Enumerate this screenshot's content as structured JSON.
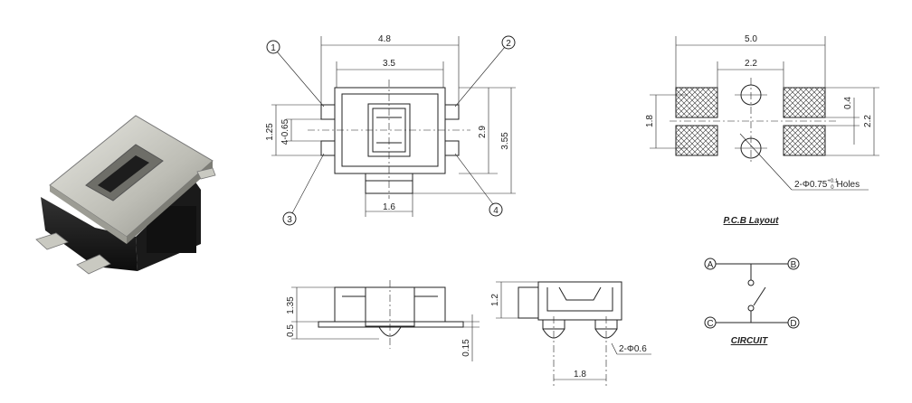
{
  "top_view": {
    "width_outer": "4.8",
    "width_inner": "3.5",
    "height_2_9": "2.9",
    "height_3_55": "3.55",
    "pitch_1_25": "1.25",
    "pad_4x": "4-0.65",
    "bottom_1_6": "1.6",
    "callouts": [
      "1",
      "2",
      "3",
      "4"
    ]
  },
  "pcb_layout": {
    "width_5_0": "5.0",
    "width_2_2": "2.2",
    "height_1_8": "1.8",
    "height_0_4": "0.4",
    "height_2_2": "2.2",
    "holes_note": "2-Φ0.75",
    "holes_sup": "+0.1",
    "holes_sub": "0",
    "holes_word": "Holes",
    "title": "P.C.B Layout"
  },
  "side_view": {
    "height_1_35": "1.35",
    "height_0_5": "0.5",
    "thickness_0_15": "0.15"
  },
  "end_view": {
    "height_1_2": "1.2",
    "holes_note": "2-Φ0.6",
    "pitch_1_8": "1.8"
  },
  "circuit": {
    "title": "CIRCUIT",
    "terminals": [
      "A",
      "B",
      "C",
      "D"
    ]
  }
}
